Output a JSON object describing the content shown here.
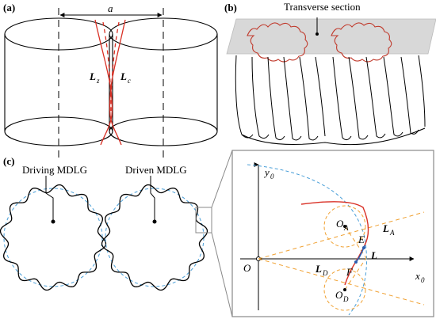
{
  "panels": {
    "a": "(a)",
    "b": "(b)",
    "c": "(c)"
  },
  "panel_a": {
    "center_distance": "a",
    "curve_left": "L",
    "curve_left_sub": "z",
    "curve_right": "L",
    "curve_right_sub": "c"
  },
  "panel_b": {
    "section_label": "Transverse section"
  },
  "panel_c": {
    "driving_label": "Driving MDLG",
    "driven_label": "Driven MDLG"
  },
  "zoom": {
    "axis_y": "y",
    "axis_y_sub": "0",
    "axis_x": "x",
    "axis_x_sub": "0",
    "origin": "O",
    "center_a": "O",
    "center_a_sub": "A",
    "center_d": "O",
    "center_d_sub": "D",
    "point_e": "E",
    "point_f": "F",
    "line_la": "L",
    "line_la_sub": "A",
    "line_l": "L",
    "line_ld": "L",
    "line_ld_sub": "D"
  },
  "colors": {
    "contour": "#000000",
    "red_curve": "#d93025",
    "blue_dashed": "#4a9fd8",
    "orange_dashed": "#f0a030",
    "section_fill": "#d8d8d8"
  }
}
